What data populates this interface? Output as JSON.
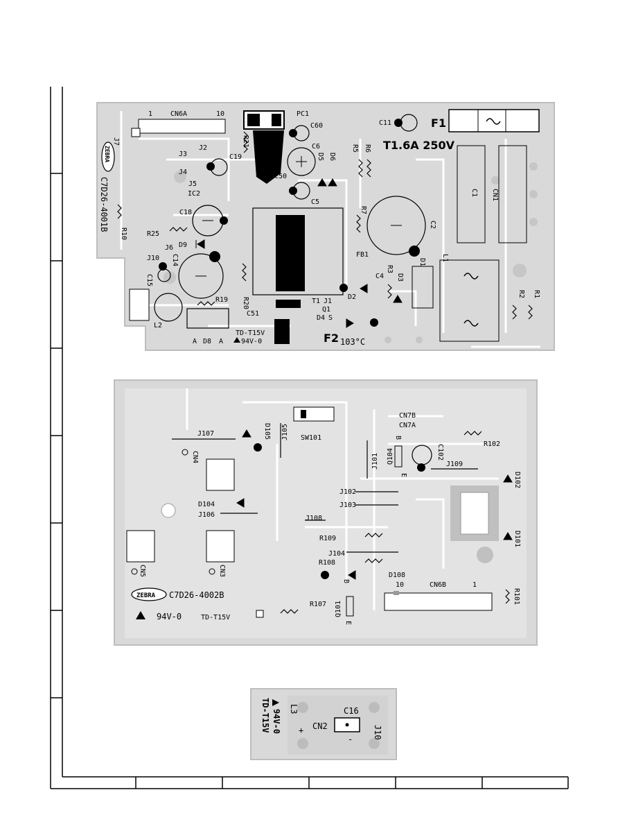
{
  "board_top": {
    "labels": {
      "cn6a": "CN6A",
      "cn6a_pin1": "1",
      "cn6a_pin10": "10",
      "pc1": "PC1",
      "c60": "C60",
      "c11": "C11",
      "f1": "F1",
      "fuse_rating": "T1.6A 250V",
      "j7": "J7",
      "zebra": "ZEBRA",
      "part_no": "C7D26-4001B",
      "r21": "R21",
      "j3": "J3",
      "j2": "J2",
      "c19": "C19",
      "j4": "J4",
      "c6": "C6",
      "d5": "D5",
      "d6": "D6",
      "r5": "R5",
      "r6": "R6",
      "c1": "C1",
      "cn1": "CN1",
      "c50": "C50",
      "j5": "J5",
      "ic2": "IC2",
      "c5": "C5",
      "c18": "C18",
      "r7": "R7",
      "c2": "C2",
      "r10": "R10",
      "r25": "R25",
      "d9": "D9",
      "j6": "J6",
      "fb1": "FB1",
      "l1": "L1",
      "j10": "J10",
      "c14": "C14",
      "r3": "R3",
      "c4": "C4",
      "d1": "D1",
      "c15": "C15",
      "r20": "R20",
      "d3": "D3",
      "r2": "R2",
      "r1": "R1",
      "r19": "R19",
      "t1": "T1",
      "j1": "J1",
      "d2": "D2",
      "c51": "C51",
      "q1": "Q1",
      "l2": "L2",
      "d4": "D4",
      "s": "S",
      "td": "TD-T15V",
      "ul": "94V-0",
      "f2": "F2",
      "temp": "103°C",
      "d8": "D8",
      "a1": "A",
      "a2": "A"
    }
  },
  "board_mid": {
    "labels": {
      "cn7b": "CN7B",
      "cn7a": "CN7A",
      "j107": "J107",
      "d105": "D105",
      "sw101": "SW101",
      "b1": "B",
      "r102": "R102",
      "cn4": "CN4",
      "j105": "J105",
      "j101": "J101",
      "q104": "Q104",
      "c102": "C102",
      "j109": "J109",
      "e1": "E",
      "d102": "D102",
      "j102": "J102",
      "d104": "D104",
      "j103": "J103",
      "j106": "J106",
      "j108": "J108",
      "r109": "R109",
      "d101": "D101",
      "cn5": "CN5",
      "cn3": "CN3",
      "j104": "J104",
      "r108": "R108",
      "d108": "D108",
      "b2": "B",
      "cn6b": "CN6B",
      "cn6b_pin10": "10",
      "cn6b_pin1": "1",
      "zebra": "ZEBRA",
      "part_no": "C7D26-4002B",
      "r101": "R101",
      "r107": "R107",
      "q101": "Q101",
      "e2": "E",
      "ul": "94V-0",
      "td": "TD-T15V"
    }
  },
  "board_bot": {
    "labels": {
      "c16": "C16",
      "l3": "L3",
      "cn2": "CN2",
      "plus": "+",
      "minus": "-",
      "j10": "J10",
      "ul": "94V-0",
      "td": "TD-T15V"
    }
  }
}
